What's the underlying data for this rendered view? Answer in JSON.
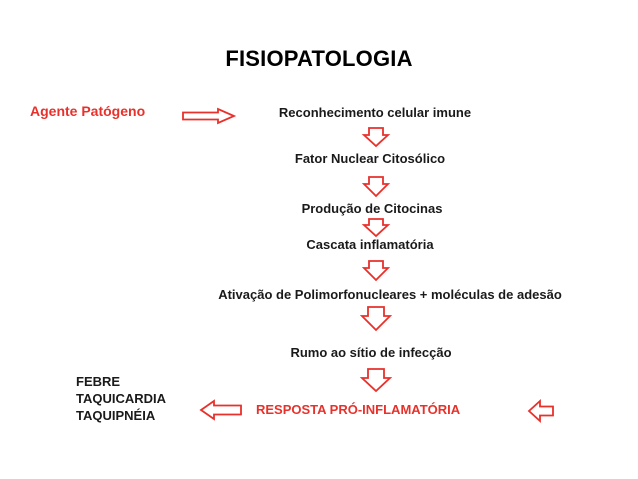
{
  "title": "FISIOPATOLOGIA",
  "agent": "Agente Patógeno",
  "steps": [
    "Reconhecimento celular imune",
    "Fator Nuclear Citosólico",
    "Produção de Citocinas",
    "Cascata inflamatória",
    "Ativação de Polimorfonucleares + moléculas de adesão",
    "Rumo ao sítio de infecção"
  ],
  "response": "RESPOSTA PRÓ-INFLAMATÓRIA",
  "symptoms": [
    "FEBRE",
    "TAQUICARDIA",
    "TAQUIPNÉIA"
  ],
  "colors": {
    "accent": "#e8312b",
    "text": "#1a1a1a"
  },
  "icons": {
    "flow_arrow": "hollow-arrow-icon"
  }
}
